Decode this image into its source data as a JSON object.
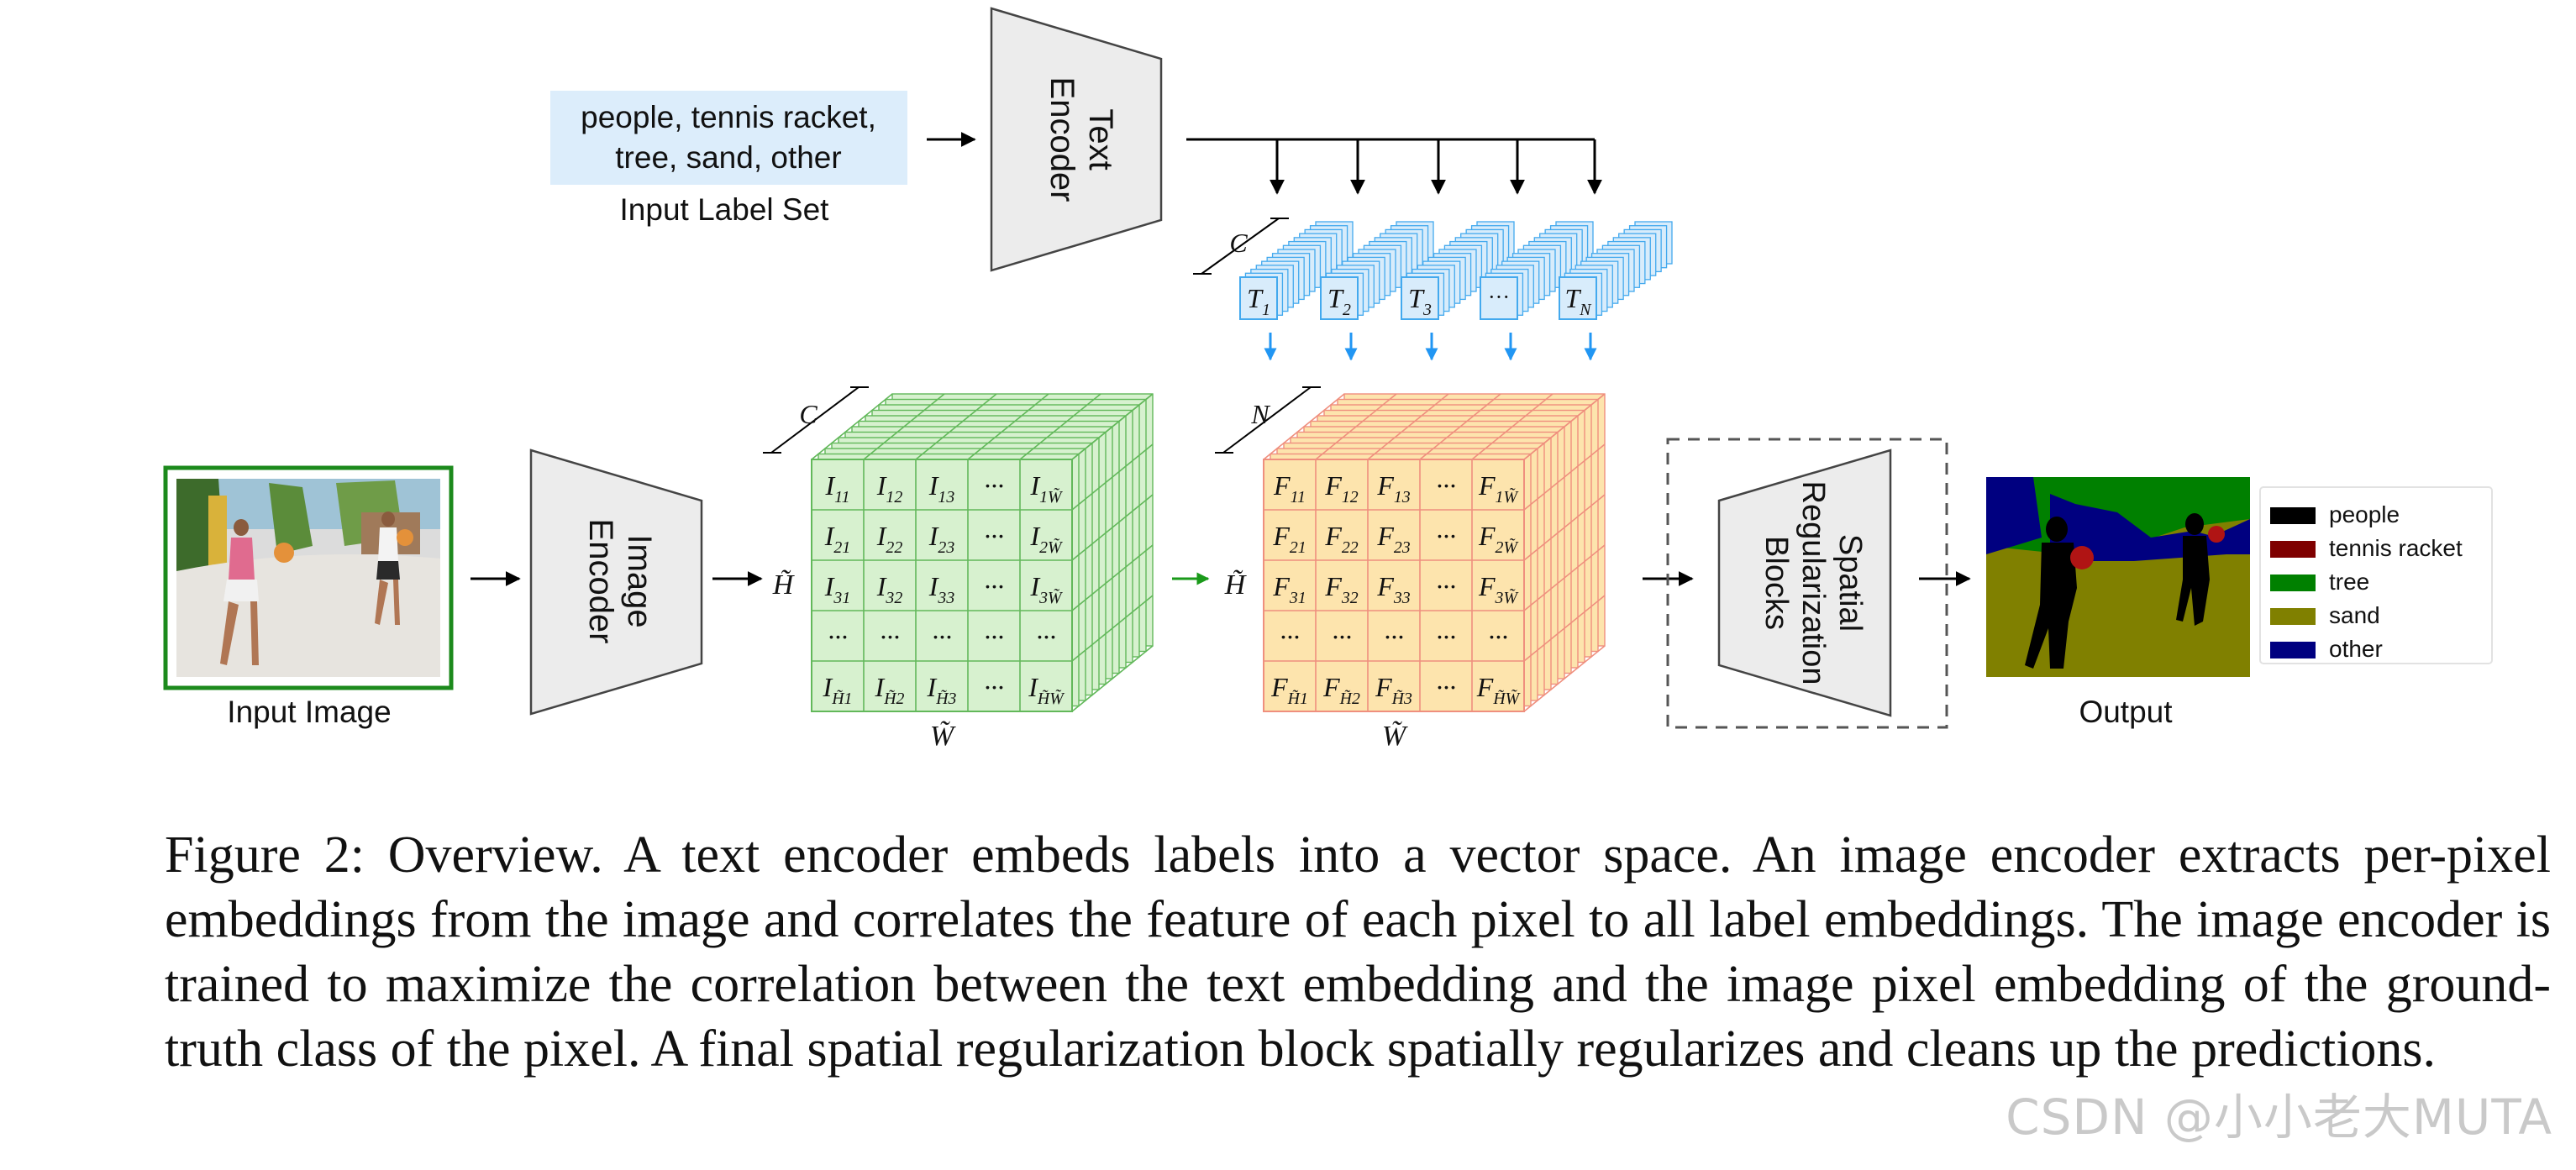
{
  "text_encoder": {
    "input_labels_line1": "people, tennis racket,",
    "input_labels_line2": "tree, sand, other",
    "input_caption": "Input Label Set",
    "label_line1": "Text",
    "label_line2": "Encoder"
  },
  "text_embeddings": {
    "channel_symbol": "C",
    "tokens": [
      {
        "base": "T",
        "sub": "1"
      },
      {
        "base": "T",
        "sub": "2"
      },
      {
        "base": "T",
        "sub": "3"
      },
      {
        "base": "···",
        "sub": ""
      },
      {
        "base": "T",
        "sub": "N"
      }
    ]
  },
  "image_input": {
    "caption": "Input Image"
  },
  "image_encoder": {
    "label_line1": "Image",
    "label_line2": "Encoder"
  },
  "image_features": {
    "channel_symbol": "C",
    "height_symbol": "H̃",
    "width_symbol": "W̃",
    "cells": [
      [
        {
          "b": "I",
          "s": "11"
        },
        {
          "b": "I",
          "s": "12"
        },
        {
          "b": "I",
          "s": "13"
        },
        {
          "b": "···",
          "s": ""
        },
        {
          "b": "I",
          "s": "1W̃"
        }
      ],
      [
        {
          "b": "I",
          "s": "21"
        },
        {
          "b": "I",
          "s": "22"
        },
        {
          "b": "I",
          "s": "23"
        },
        {
          "b": "···",
          "s": ""
        },
        {
          "b": "I",
          "s": "2W̃"
        }
      ],
      [
        {
          "b": "I",
          "s": "31"
        },
        {
          "b": "I",
          "s": "32"
        },
        {
          "b": "I",
          "s": "33"
        },
        {
          "b": "···",
          "s": ""
        },
        {
          "b": "I",
          "s": "3W̃"
        }
      ],
      [
        {
          "b": "···",
          "s": ""
        },
        {
          "b": "···",
          "s": ""
        },
        {
          "b": "···",
          "s": ""
        },
        {
          "b": "···",
          "s": ""
        },
        {
          "b": "···",
          "s": ""
        }
      ],
      [
        {
          "b": "I",
          "s": "H̃1"
        },
        {
          "b": "I",
          "s": "H̃2"
        },
        {
          "b": "I",
          "s": "H̃3"
        },
        {
          "b": "···",
          "s": ""
        },
        {
          "b": "I",
          "s": "H̃W̃"
        }
      ]
    ]
  },
  "correlation_features": {
    "channel_symbol": "N",
    "height_symbol": "H̃",
    "width_symbol": "W̃",
    "cells": [
      [
        {
          "b": "F",
          "s": "11"
        },
        {
          "b": "F",
          "s": "12"
        },
        {
          "b": "F",
          "s": "13"
        },
        {
          "b": "···",
          "s": ""
        },
        {
          "b": "F",
          "s": "1W̃"
        }
      ],
      [
        {
          "b": "F",
          "s": "21"
        },
        {
          "b": "F",
          "s": "22"
        },
        {
          "b": "F",
          "s": "23"
        },
        {
          "b": "···",
          "s": ""
        },
        {
          "b": "F",
          "s": "2W̃"
        }
      ],
      [
        {
          "b": "F",
          "s": "31"
        },
        {
          "b": "F",
          "s": "32"
        },
        {
          "b": "F",
          "s": "33"
        },
        {
          "b": "···",
          "s": ""
        },
        {
          "b": "F",
          "s": "3W̃"
        }
      ],
      [
        {
          "b": "···",
          "s": ""
        },
        {
          "b": "···",
          "s": ""
        },
        {
          "b": "···",
          "s": ""
        },
        {
          "b": "···",
          "s": ""
        },
        {
          "b": "···",
          "s": ""
        }
      ],
      [
        {
          "b": "F",
          "s": "H̃1"
        },
        {
          "b": "F",
          "s": "H̃2"
        },
        {
          "b": "F",
          "s": "H̃3"
        },
        {
          "b": "···",
          "s": ""
        },
        {
          "b": "F",
          "s": "H̃W̃"
        }
      ]
    ]
  },
  "spatial_block": {
    "label_line1": "Spatial",
    "label_line2": "Regularization",
    "label_line3": "Blocks"
  },
  "output": {
    "caption": "Output"
  },
  "legend": [
    {
      "label": "people",
      "color": "#000000"
    },
    {
      "label": "tennis racket",
      "color": "#7f0000"
    },
    {
      "label": "tree",
      "color": "#008000"
    },
    {
      "label": "sand",
      "color": "#808000"
    },
    {
      "label": "other",
      "color": "#000080"
    }
  ],
  "colors": {
    "green_face": "#d7f1cf",
    "green_line": "#62b85a",
    "orange_face": "#fde4ad",
    "orange_line": "#ef8f7e",
    "blue_face": "#d8ecfb",
    "blue_line": "#43a9ee",
    "label_bg": "#dcedfb",
    "encoder_fill": "#ececec",
    "frame_green": "#1c8a1c"
  },
  "caption": "Figure 2: Overview. A text encoder embeds labels into a vector space. An image encoder extracts per-pixel embeddings from the image and correlates the feature of each pixel to all label embeddings. The image encoder is trained to maximize the correlation between the text embedding and the image pixel embedding of the ground-truth class of the pixel. A final spatial regularization block spatially regularizes and cleans up the predictions.",
  "watermark": "CSDN @小小老大MUTA"
}
